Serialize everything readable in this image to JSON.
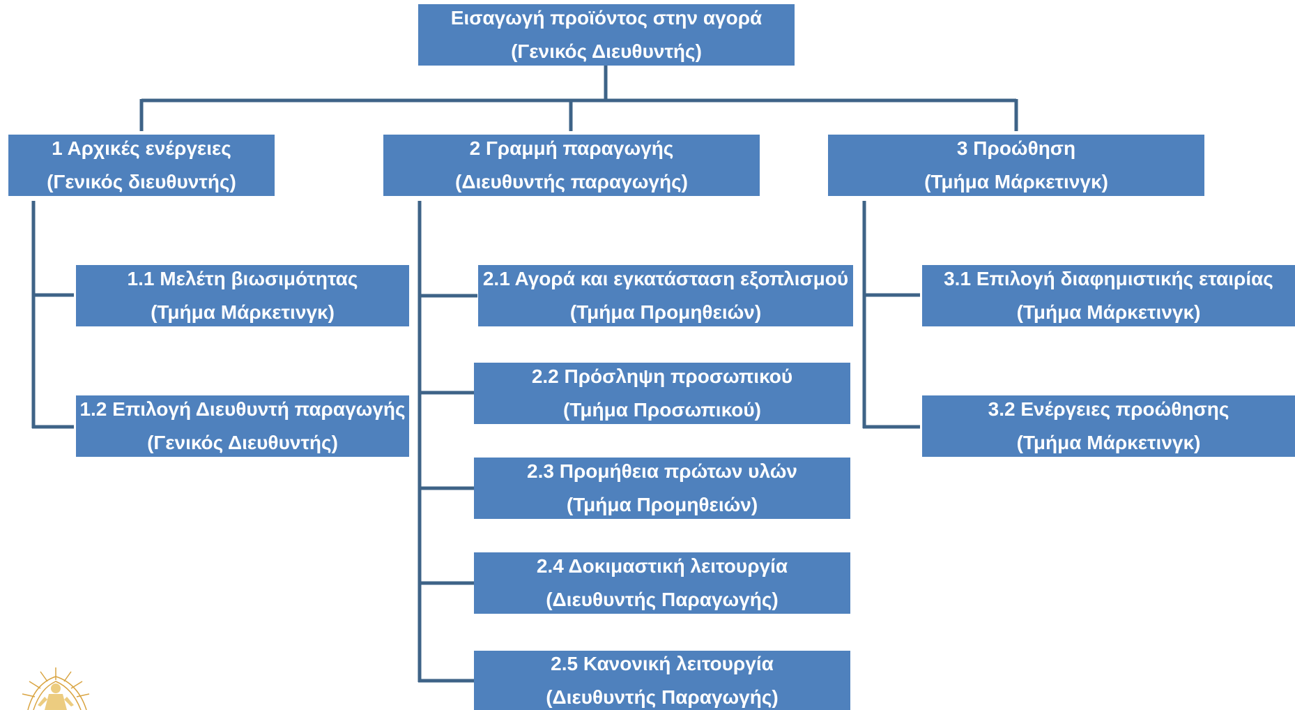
{
  "colors": {
    "node_fill": "#4f81bd",
    "node_text": "#ffffff",
    "connector": "#3e6387"
  },
  "root": {
    "title": "Εισαγωγή προϊόντος στην αγορά",
    "owner": "(Γενικός Διευθυντής)"
  },
  "branches": [
    {
      "title": "1 Αρχικές ενέργειες",
      "owner": "(Γενικός διευθυντής)",
      "children": [
        {
          "title": "1.1 Μελέτη βιωσιμότητας",
          "owner": "(Τμήμα Μάρκετινγκ)"
        },
        {
          "title": "1.2 Επιλογή Διευθυντή παραγωγής",
          "owner": "(Γενικός Διευθυντής)"
        }
      ]
    },
    {
      "title": "2 Γραμμή παραγωγής",
      "owner": "(Διευθυντής παραγωγής)",
      "children": [
        {
          "title": "2.1 Αγορά και εγκατάσταση εξοπλισμού",
          "owner": "(Τμήμα Προμηθειών)"
        },
        {
          "title": "2.2 Πρόσληψη προσωπικού",
          "owner": "(Τμήμα Προσωπικού)"
        },
        {
          "title": "2.3 Προμήθεια πρώτων υλών",
          "owner": "(Τμήμα Προμηθειών)"
        },
        {
          "title": "2.4 Δοκιμαστική λειτουργία",
          "owner": "(Διευθυντής Παραγωγής)"
        },
        {
          "title": "2.5 Κανονική λειτουργία",
          "owner": "(Διευθυντής Παραγωγής)"
        }
      ]
    },
    {
      "title": "3 Προώθηση",
      "owner": "(Τμήμα Μάρκετινγκ)",
      "children": [
        {
          "title": "3.1 Επιλογή διαφημιστικής εταιρίας",
          "owner": "(Τμήμα Μάρκετινγκ)"
        },
        {
          "title": "3.2 Ενέργειες προώθησης",
          "owner": "(Τμήμα Μάρκετινγκ)"
        }
      ]
    }
  ],
  "logo": {
    "icon": "university-seal-icon"
  }
}
